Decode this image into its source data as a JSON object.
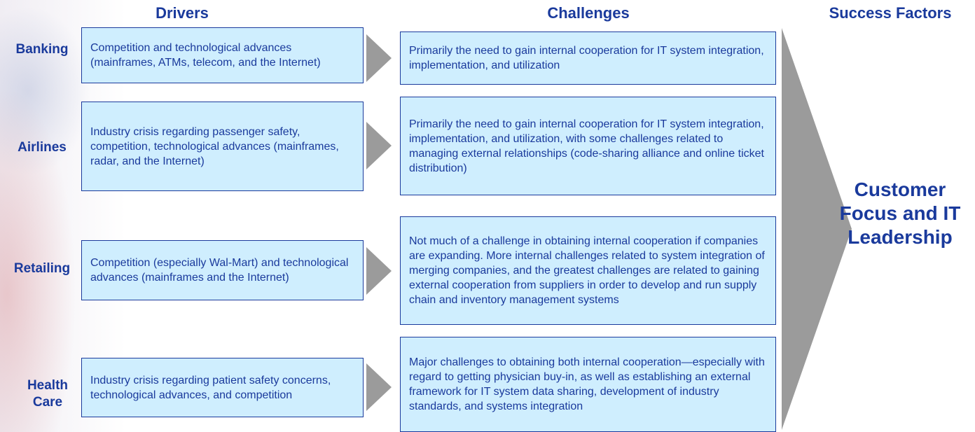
{
  "headers": {
    "drivers": "Drivers",
    "challenges": "Challenges",
    "success_factors": "Success Factors"
  },
  "rows": [
    {
      "label": "Banking",
      "driver": "Competition and technological advances (mainframes, ATMs, telecom, and the Internet)",
      "challenge": "Primarily the need to gain internal cooperation for IT system integration, implementation, and utilization"
    },
    {
      "label": "Airlines",
      "driver": "Industry crisis regarding passenger safety, competition, technological advances (mainframes, radar, and the Internet)",
      "challenge": "Primarily the need to gain internal cooperation for IT system integration, implementation, and utilization, with some challenges related to managing external relationships (code-sharing alliance and online ticket distribution)"
    },
    {
      "label": "Retailing",
      "driver": "Competition (especially Wal-Mart) and technological advances (mainframes and the Internet)",
      "challenge": "Not much of a challenge in obtaining internal cooperation if companies are expanding. More internal challenges related to system integration of merging companies, and the greatest challenges are related to gaining external cooperation from suppliers in order to develop and run supply chain and inventory management systems"
    },
    {
      "label": "Health Care",
      "driver": "Industry crisis regarding patient safety concerns, technological advances, and competition",
      "challenge": "Major challenges to obtaining both internal cooperation—especially with regard to getting physician buy-in, as well as establishing an external framework for IT system data sharing, development of industry standards, and systems integration"
    }
  ],
  "success_factor": "Customer Focus and IT Leadership",
  "colors": {
    "text": "#1a3a9c",
    "box_fill": "#cfeefe",
    "arrow": "#9b9b9b"
  }
}
